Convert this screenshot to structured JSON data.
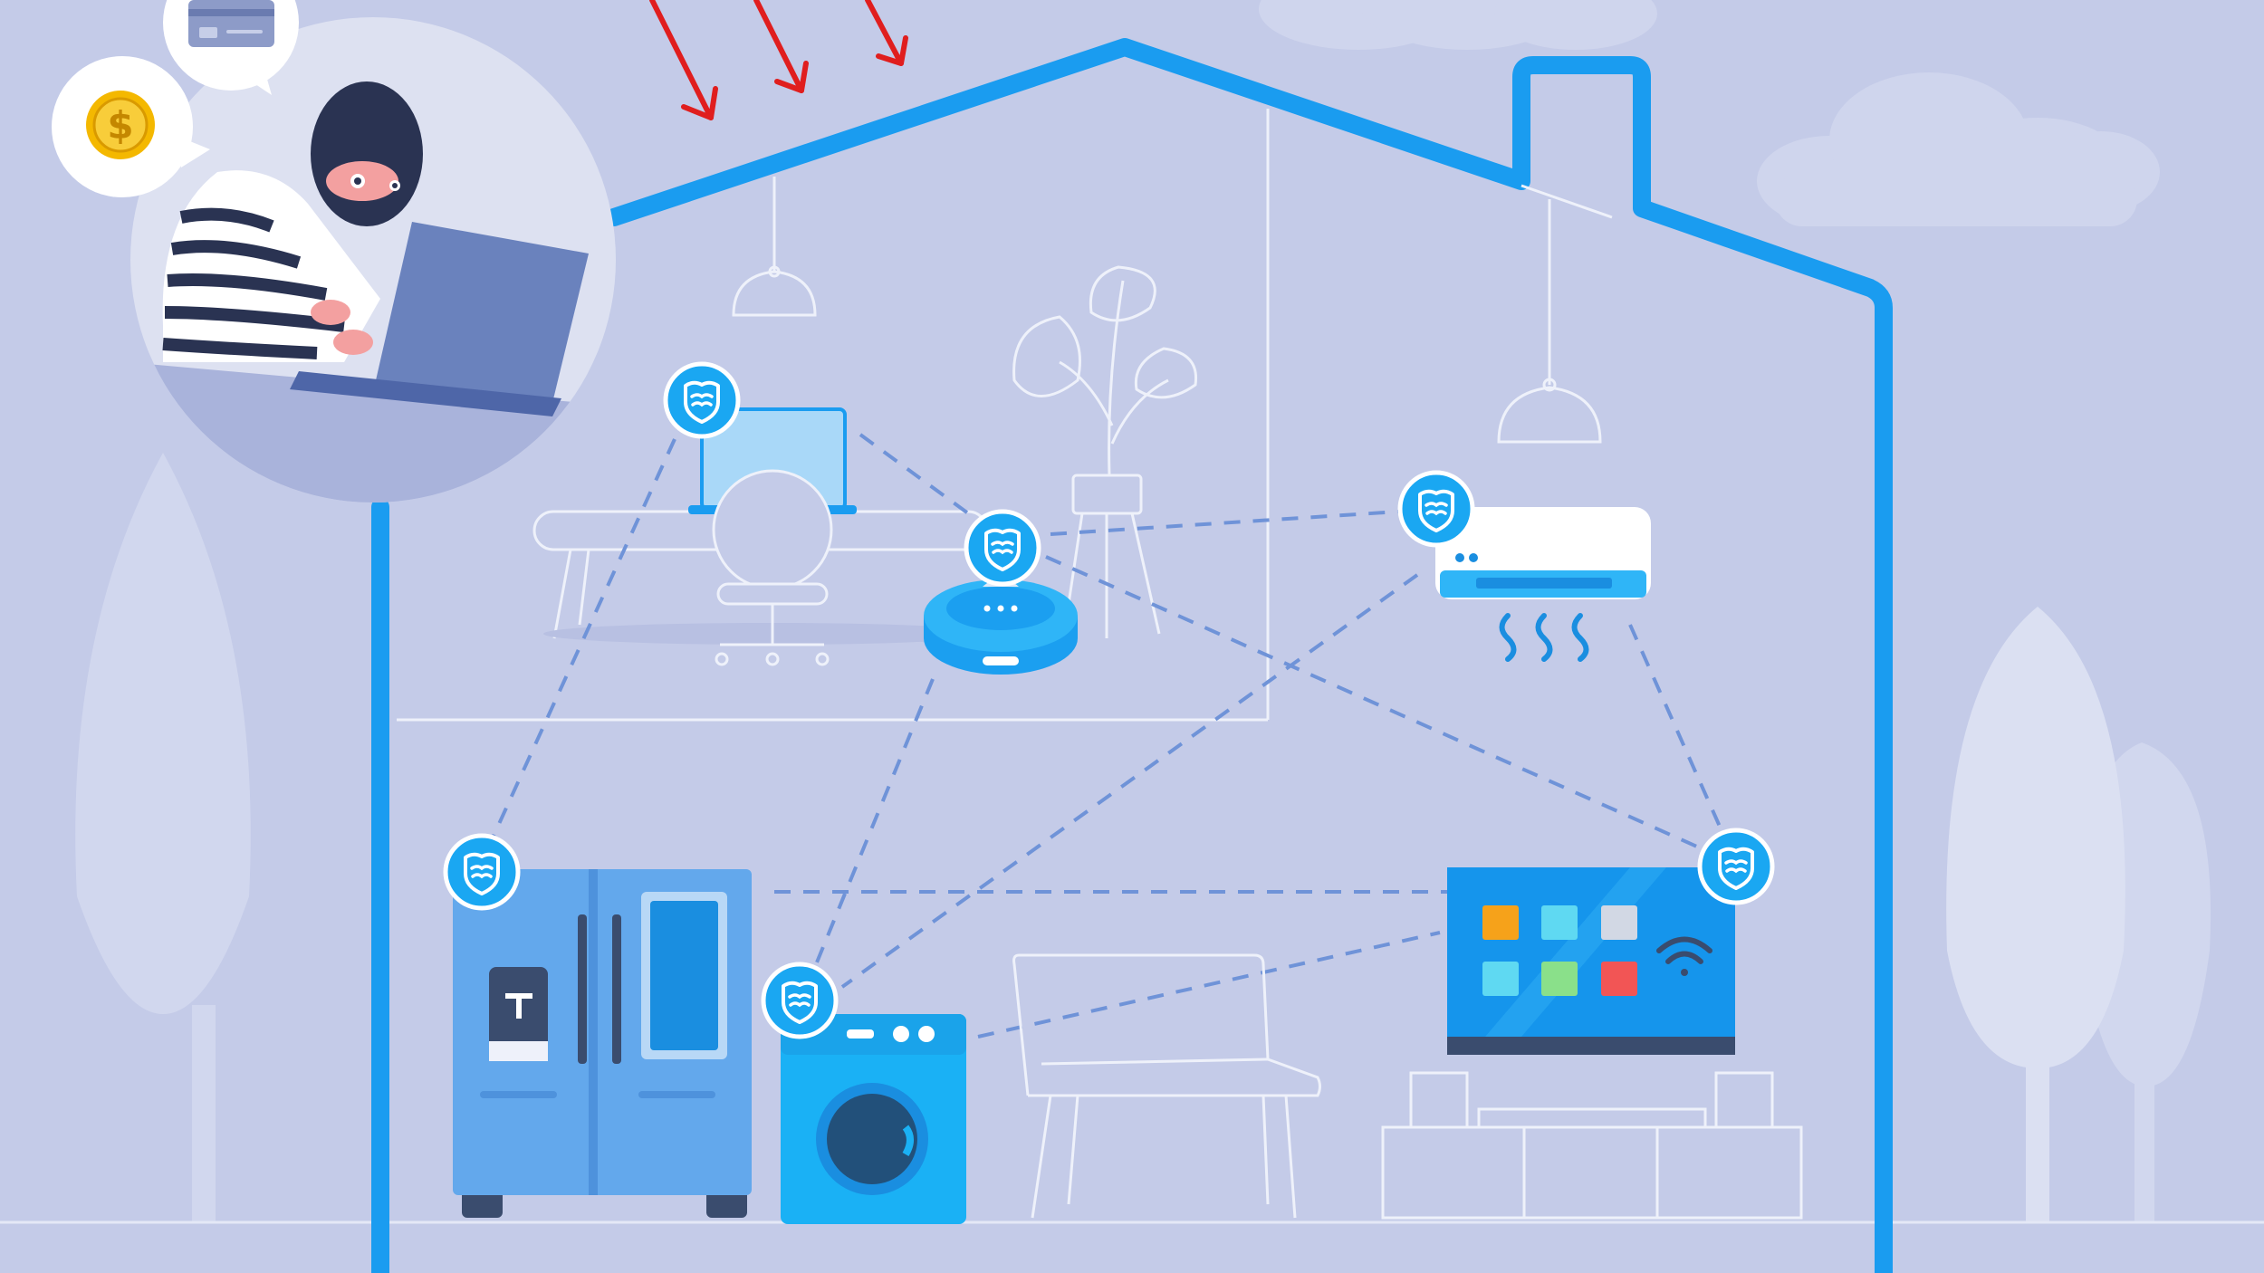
{
  "colors": {
    "background": "#c4cbe8",
    "tree": "#d1d7ee",
    "cloud": "#cfd5ed",
    "house_outline": "#1a9cf0",
    "interior_line": "#eef1fa",
    "dashed_link": "#6f93d8",
    "shield_badge": "#1aa7f2",
    "attack_arrow": "#e01e1e",
    "fridge": "#63a8ec",
    "washer": "#1ab1f5",
    "tv_screen": "#1595ec",
    "ac_unit": "#ffffff",
    "robot_vacuum": "#1b9ff0",
    "hacker_bubble": "#dde1f1",
    "coin": "#f4b800"
  },
  "icons": {
    "shield": "shield-icon",
    "dollar": "dollar-coin-icon",
    "card": "credit-card-icon",
    "wifi": "wifi-icon",
    "arrow": "arrow-down-right-icon"
  },
  "hacker": {
    "speech_coin_symbol": "$"
  },
  "devices": [
    "laptop",
    "robot-vacuum",
    "air-conditioner",
    "refrigerator",
    "washing-machine",
    "smart-tv"
  ]
}
